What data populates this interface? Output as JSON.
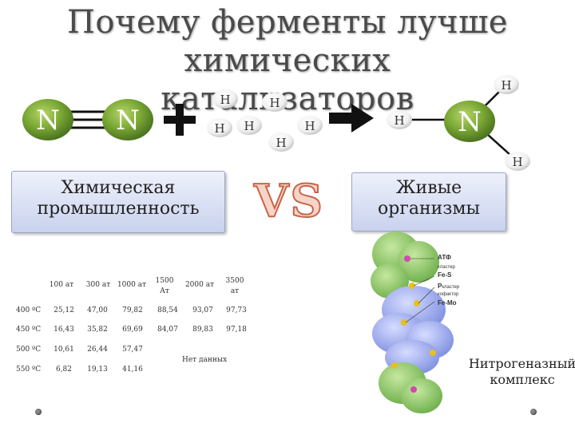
{
  "title": {
    "line1": "Почему ферменты лучше",
    "line2": "химических катализаторов"
  },
  "reaction": {
    "nitrogen_left_1": "N",
    "nitrogen_left_2": "N",
    "hydrogens": [
      "H",
      "H",
      "H",
      "H",
      "H",
      "H"
    ],
    "product_n": "N",
    "product_h": [
      "H",
      "H",
      "H"
    ]
  },
  "colors": {
    "atom_green": "#6f9e2c",
    "accent_vs": "#c86448"
  },
  "left_box": {
    "line1": "Химическая",
    "line2": "промышленность"
  },
  "vs_label": "VS",
  "right_box": {
    "line1": "Живые",
    "line2": "организмы"
  },
  "table": {
    "headers": [
      "100 ат",
      "300 ат",
      "1000 ат",
      "1500 Ат",
      "2000 ат",
      "3500 ат"
    ],
    "rows": [
      {
        "temp": "400 ºC",
        "values": [
          "25,12",
          "47,00",
          "79,82",
          "88,54",
          "93,07",
          "97,73"
        ]
      },
      {
        "temp": "450 ºC",
        "values": [
          "16,43",
          "35,82",
          "69,69",
          "84,07",
          "89,83",
          "97,18"
        ]
      },
      {
        "temp": "500 ºC",
        "values": [
          "10,61",
          "26,44",
          "57,47"
        ]
      },
      {
        "temp": "550 ºC",
        "values": [
          "6,82",
          "19,13",
          "41,16"
        ]
      }
    ],
    "no_data": "Нет данных"
  },
  "protein_labels": {
    "atp": "АТФ",
    "fes_small": "кластер",
    "fes": "Fe-S",
    "p_cluster": "Р",
    "p_cluster_sub": "кластер",
    "femo_small": "кофактор",
    "femo": "Fe-Mo"
  },
  "caption": {
    "line1": "Нитрогеназный",
    "line2": "комплекс"
  }
}
